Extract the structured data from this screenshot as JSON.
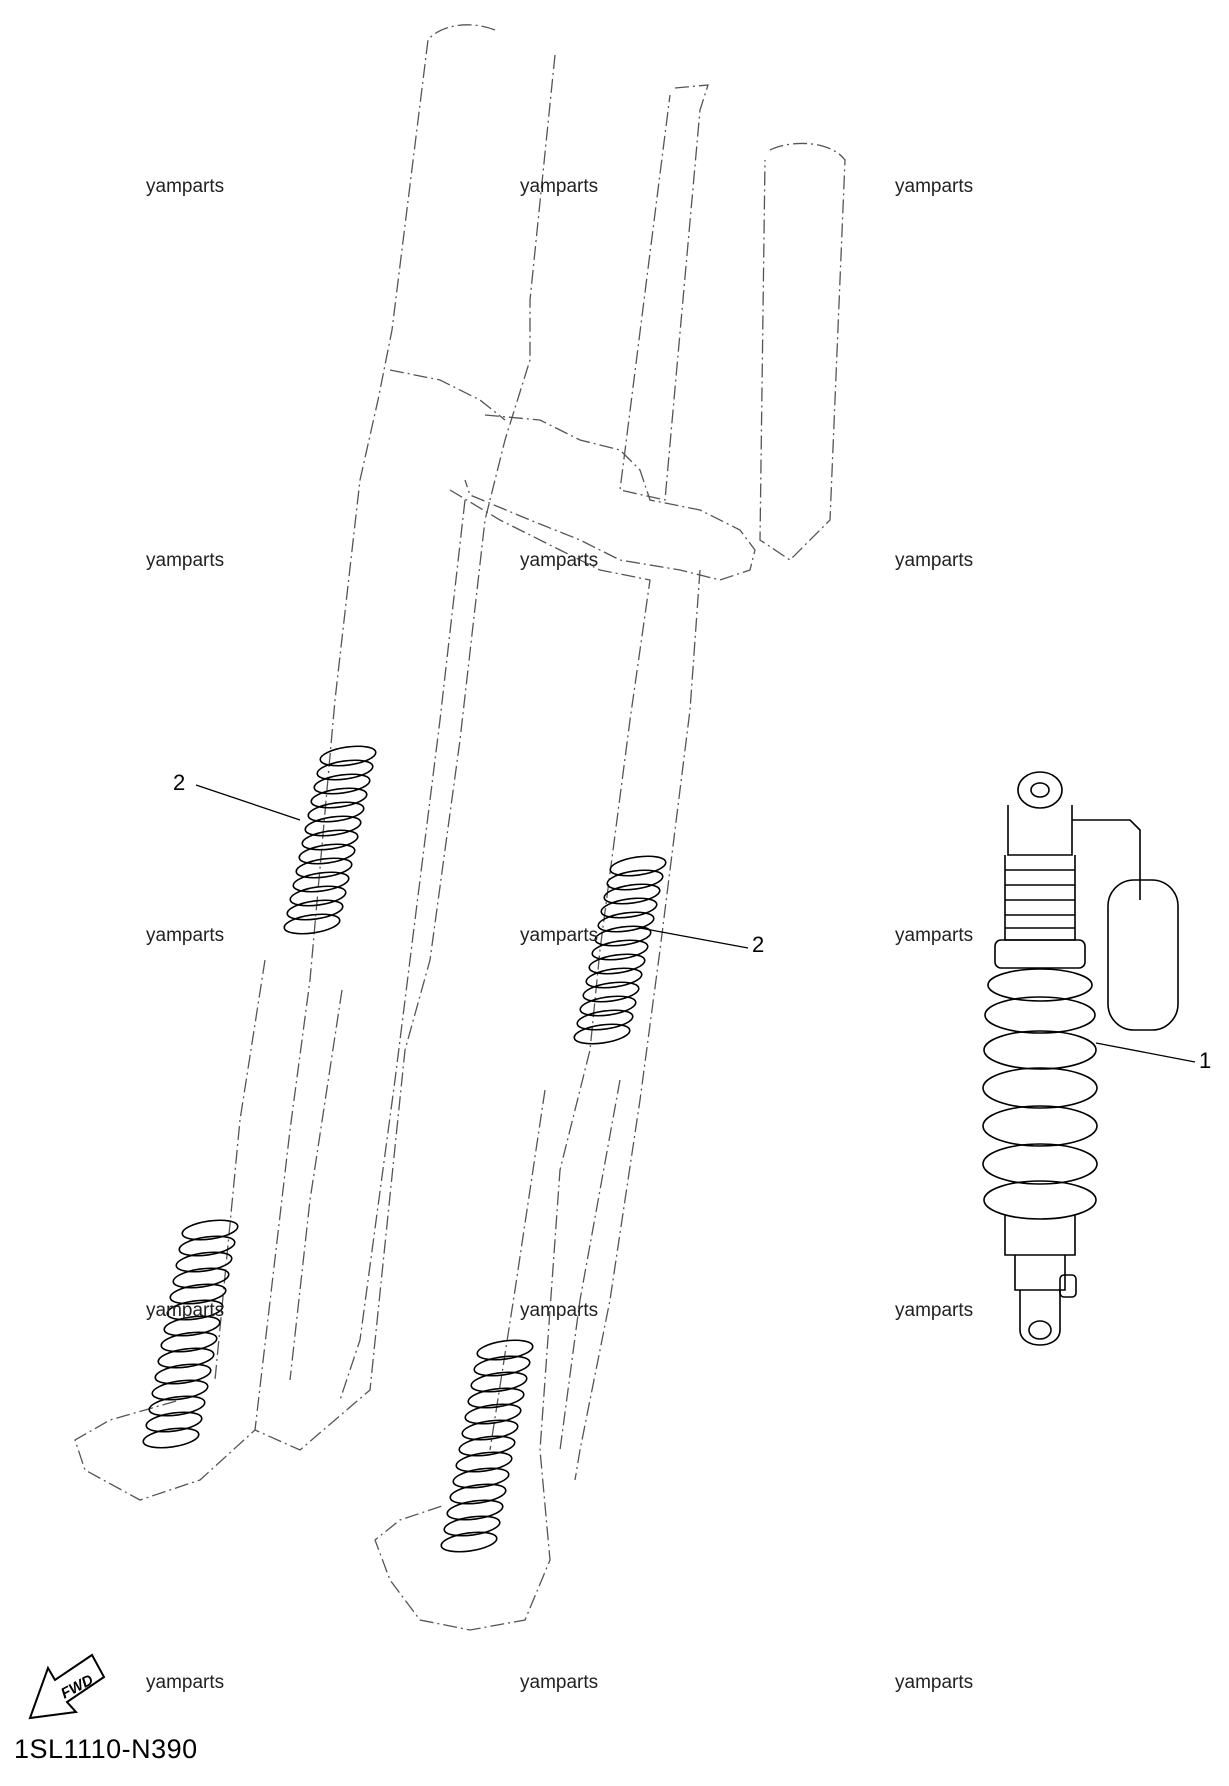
{
  "watermark": "yamparts",
  "callouts": {
    "shock": "1",
    "spring_left": "2",
    "spring_right": "2"
  },
  "fwd_label": "FWD",
  "diagram_code": "1SL1110-N390",
  "icons": [
    "fwd-arrow-icon"
  ]
}
